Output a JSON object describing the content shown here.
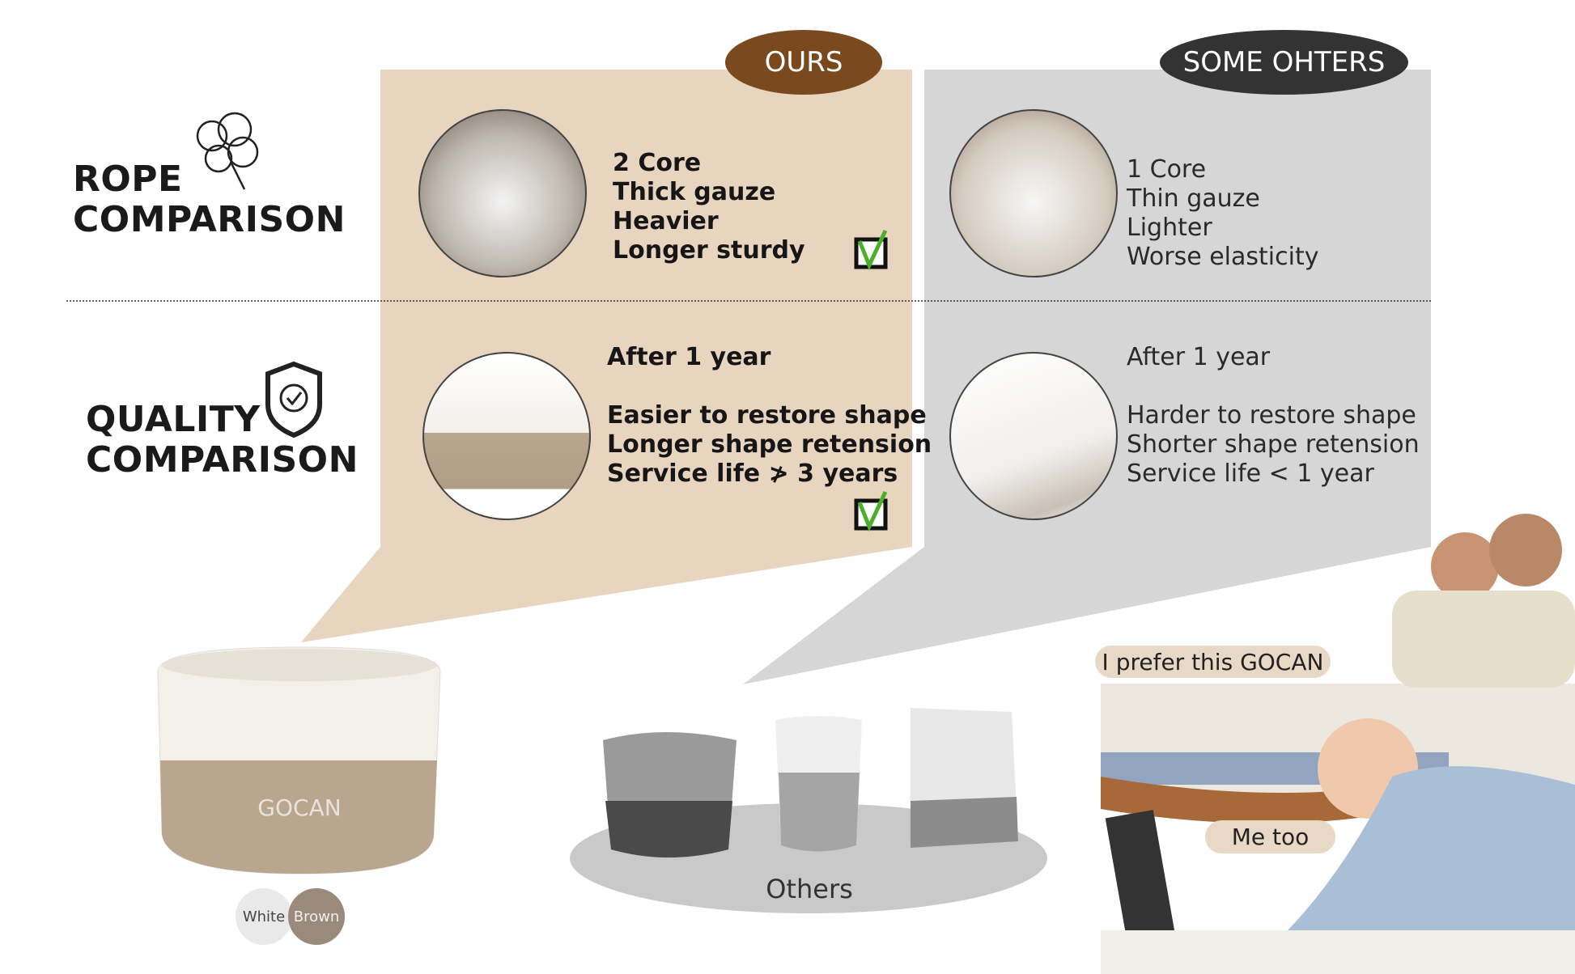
{
  "headings": {
    "rope": [
      "ROPE",
      "COMPARISON"
    ],
    "quality": [
      "QUALITY",
      "COMPARISON"
    ]
  },
  "ours": {
    "label": "OURS",
    "rope_lines": [
      "2 Core",
      "Thick gauze",
      "Heavier",
      "Longer sturdy"
    ],
    "quality_title": "After 1 year",
    "quality_lines": [
      "Easier to restore shape",
      "Longer shape retension",
      "Service life ≯ 3 years"
    ]
  },
  "others": {
    "label": "SOME OHTERS",
    "rope_lines": [
      "1 Core",
      "Thin gauze",
      "Lighter",
      "Worse elasticity"
    ],
    "quality_title": "After 1 year",
    "quality_lines": [
      "Harder to restore shape",
      "Shorter shape retension",
      "Service life < 1 year"
    ]
  },
  "product": {
    "brand": "GOCAN",
    "colors": [
      "White",
      "Brown"
    ]
  },
  "others_caption": "Others",
  "bubbles": [
    "I prefer this GOCAN",
    "Me too"
  ],
  "colors": {
    "ours_panel": "#e8d5c0",
    "others_panel": "#d6d6d6",
    "ours_pill": "#7a4a1e",
    "others_pill": "#333333"
  }
}
